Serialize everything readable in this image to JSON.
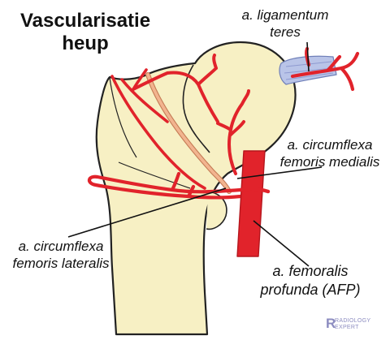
{
  "title": {
    "line1": "Vascularisatie",
    "line2": "heup"
  },
  "labels": {
    "ligamentum": {
      "line1": "a. ligamentum",
      "line2": "teres"
    },
    "medialis": {
      "line1": "a. circumflexa",
      "line2": "femoris medialis"
    },
    "lateralis": {
      "line1": "a. circumflexa",
      "line2": "femoris lateralis"
    },
    "profunda": {
      "line1": "a. femoralis",
      "line2": "profunda (AFP)"
    }
  },
  "watermark": {
    "mark": "R",
    "line1": "RADIOLOGY",
    "line2": "EXPERT"
  },
  "colors": {
    "bone": "#f7f0c4",
    "artery": "#e1232b",
    "artery_dark": "#b5161d",
    "ligament": "#b9c4e8",
    "outline": "#222222",
    "nutrient_vessel": "#f2b48f"
  }
}
